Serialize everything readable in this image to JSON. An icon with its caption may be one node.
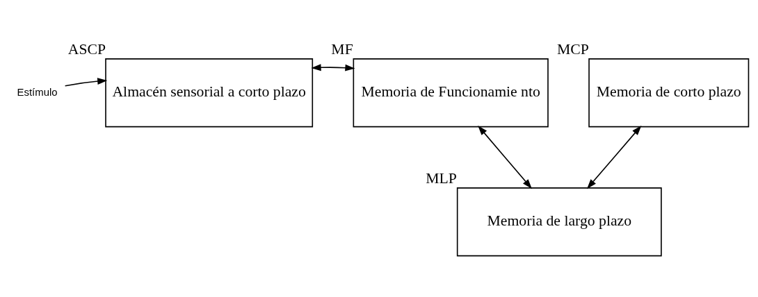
{
  "diagram": {
    "nodes": [
      {
        "text": [
          "Estímulo"
        ]
      },
      {
        "text": [
          "Almacén sensorial a corto plazo"
        ],
        "beside": [
          "ASCP"
        ]
      },
      {
        "text": [
          "Memoria de Funcionamie nto"
        ],
        "beside": [
          "MF"
        ]
      },
      {
        "text": [
          "Memoria de corto plazo"
        ],
        "beside": [
          "MCP"
        ]
      },
      {
        "text": [
          "Memoria de largo plazo"
        ],
        "beside": [
          "MLP"
        ]
      }
    ],
    "edges": [
      {
        "from": 0,
        "to": 1,
        "arrow": "to"
      },
      {
        "from": 1,
        "to": 2,
        "arrow": "both"
      },
      {
        "from": 2,
        "to": 4,
        "arrow": "both"
      },
      {
        "from": 3,
        "to": 4,
        "arrow": "both"
      }
    ]
  }
}
